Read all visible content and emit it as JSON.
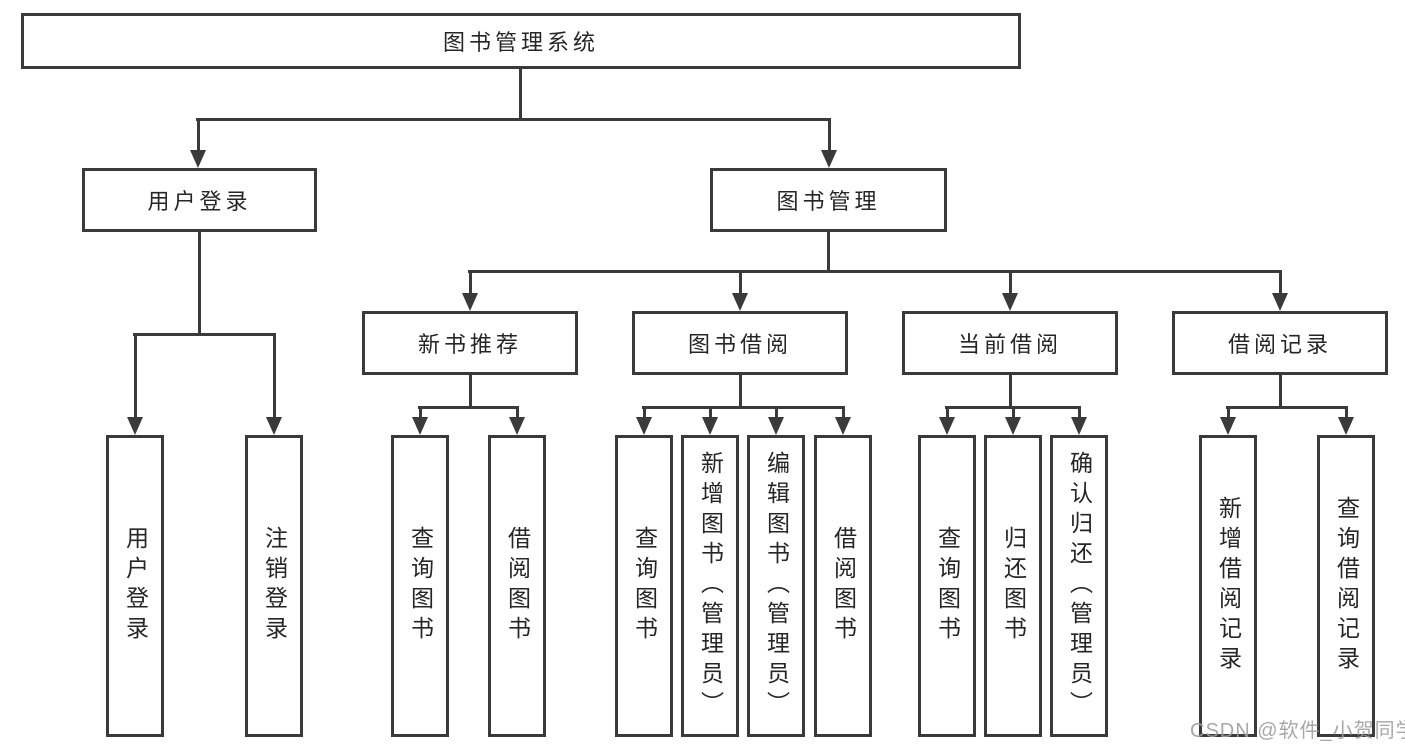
{
  "colors": {
    "line": "#3a3a3a",
    "text": "#262626",
    "box_background": "#ffffff",
    "watermark": "#9e9e9e"
  },
  "watermark": "CSDN @软件_小贺同学",
  "tree": {
    "root": "图书管理系统",
    "branches": [
      {
        "label": "用户登录",
        "children": [
          "用户登录",
          "注销登录"
        ]
      },
      {
        "label": "图书管理",
        "groups": [
          {
            "label": "新书推荐",
            "children": [
              "查询图书",
              "借阅图书"
            ]
          },
          {
            "label": "图书借阅",
            "children": [
              "查询图书",
              "新增图书（管理员）",
              "编辑图书（管理员）",
              "借阅图书"
            ]
          },
          {
            "label": "当前借阅",
            "children": [
              "查询图书",
              "归还图书",
              "确认归还（管理员）"
            ]
          },
          {
            "label": "借阅记录",
            "children": [
              "新增借阅记录",
              "查询借阅记录"
            ]
          }
        ]
      }
    ]
  }
}
